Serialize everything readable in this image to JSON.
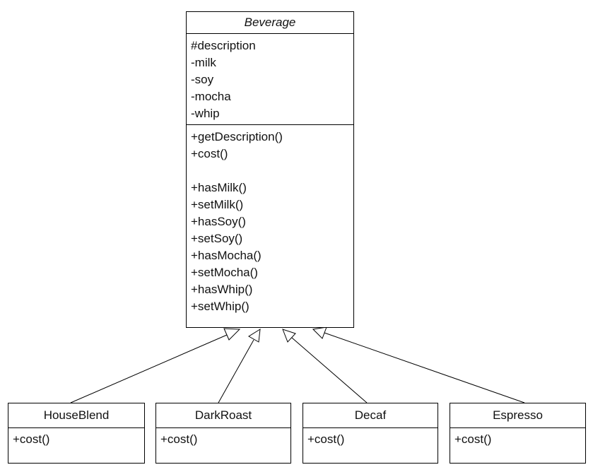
{
  "superclass": {
    "name": "Beverage",
    "attributes": [
      "#description",
      "-milk",
      "-soy",
      "-mocha",
      "-whip"
    ],
    "methods": [
      "+getDescription()",
      "+cost()",
      "",
      "+hasMilk()",
      "+setMilk()",
      "+hasSoy()",
      "+setSoy()",
      "+hasMocha()",
      "+setMocha()",
      "+hasWhip()",
      "+setWhip()"
    ]
  },
  "subclasses": [
    {
      "name": "HouseBlend",
      "methods": [
        "+cost()"
      ]
    },
    {
      "name": "DarkRoast",
      "methods": [
        "+cost()"
      ]
    },
    {
      "name": "Decaf",
      "methods": [
        "+cost()"
      ]
    },
    {
      "name": "Espresso",
      "methods": [
        "+cost()"
      ]
    }
  ],
  "relationship": "generalization"
}
